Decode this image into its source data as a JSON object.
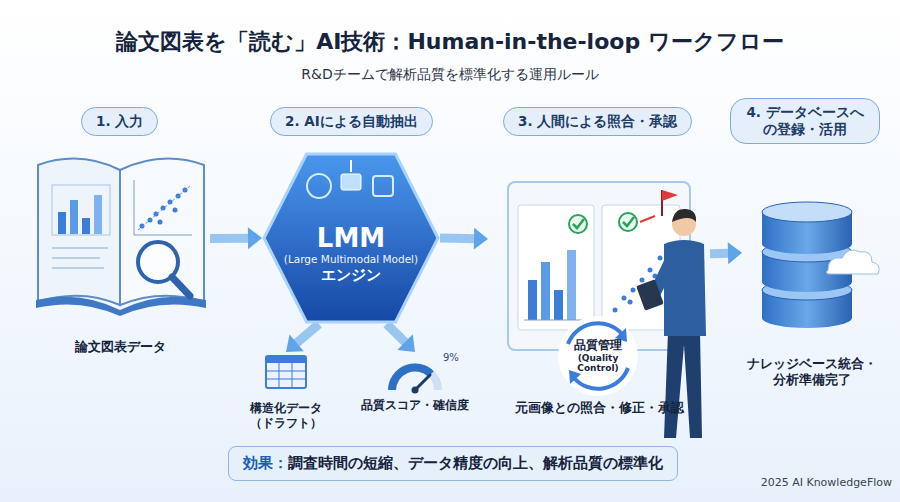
{
  "diagram": {
    "title": "論文図表を「読む」AI技術：Human-in-the-loop ワークフロー",
    "nodes": [
      {
        "text": [
          "1. 入力"
        ]
      },
      {
        "text": [
          "2. AIによる自動抽出"
        ]
      },
      {
        "text": [
          "3. 人間による照合・承認"
        ]
      },
      {
        "text": [
          "4. データベースへの登録・活用"
        ]
      },
      {
        "text": [
          "論文図表データ"
        ]
      },
      {
        "text": [
          "LMM",
          "(Large Multimodal Model)",
          "エンジン"
        ]
      },
      {
        "text": [
          "構造化データ （ドラフト）"
        ]
      },
      {
        "text": [
          "品質スコア・確信度"
        ]
      },
      {
        "text": [
          "元画像との照合・修正・承認"
        ]
      },
      {
        "text": [
          "品質管理",
          "(Quality Control)"
        ]
      },
      {
        "text": [
          "ナレッジベース統合・ 分析準備完了"
        ]
      },
      {
        "text": [
          "効果：",
          "調査時間の短縮、データ精度の向上、解析品質の標準化"
        ]
      }
    ],
    "edges": [
      {
        "from": 4,
        "to": 5,
        "arrow": "to"
      },
      {
        "from": 5,
        "to": 6,
        "arrow": "to"
      },
      {
        "from": 5,
        "to": 7,
        "arrow": "to"
      },
      {
        "from": 5,
        "to": 8,
        "arrow": "to"
      },
      {
        "from": 8,
        "to": 10,
        "arrow": "to"
      }
    ],
    "labels": [
      "R&Dチームで解析品質を標準化する運用ルール",
      "9%",
      "2025 AI KnowledgeFlow"
    ]
  }
}
